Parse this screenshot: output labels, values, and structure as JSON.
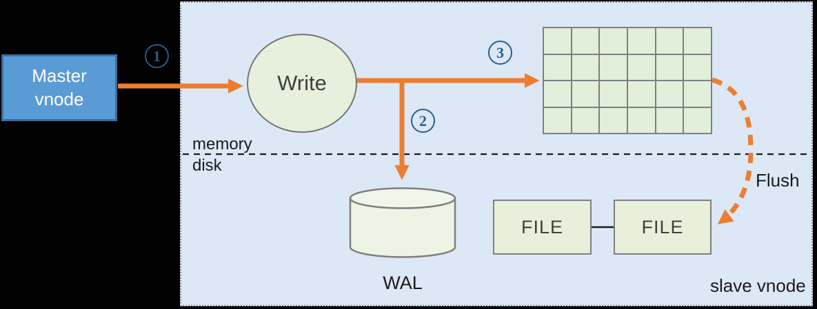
{
  "nodes": {
    "master": {
      "label": "Master\nvnode"
    },
    "write": {
      "label": "Write"
    },
    "wal": {
      "label": "WAL"
    },
    "file_left": {
      "label": "FILE"
    },
    "file_right": {
      "label": "FILE"
    }
  },
  "steps": {
    "one": "1",
    "two": "2",
    "three": "3"
  },
  "labels": {
    "memory": "memory",
    "disk": "disk",
    "flush": "Flush",
    "slave_vnode": "slave vnode"
  },
  "memtable_grid": {
    "rows": 4,
    "cols": 6
  },
  "colors": {
    "orange": "#ED7D31",
    "panel_bg": "#DCE8F5",
    "node_green": "#E2EFDA",
    "master_blue": "#5B9BD5",
    "master_border": "#3A6FA0",
    "step_blue": "#255E8B",
    "border_gray": "#7F7F7F",
    "text_dark": "#3F3F3F",
    "line_black": "#1A1A1A"
  }
}
